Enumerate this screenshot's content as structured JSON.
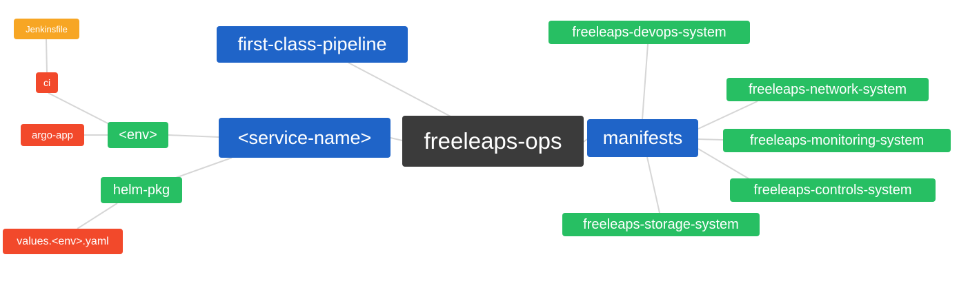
{
  "diagram": {
    "type": "mindmap",
    "root": "freeleaps-ops"
  },
  "colors": {
    "blue": "#1f64c8",
    "green": "#27bf63",
    "red": "#f2492b",
    "orange": "#f7a624",
    "dark": "#3b3b3b",
    "edge": "#d6d6d6",
    "text": "#ffffff",
    "background": "#ffffff"
  },
  "nodes": {
    "jenkinsfile": {
      "label": "Jenkinsfile",
      "color": "orange"
    },
    "ci": {
      "label": "ci",
      "color": "red"
    },
    "argo_app": {
      "label": "argo-app",
      "color": "red"
    },
    "env": {
      "label": "<env>",
      "color": "green"
    },
    "helm_pkg": {
      "label": "helm-pkg",
      "color": "green"
    },
    "values_env_yaml": {
      "label": "values.<env>.yaml",
      "color": "red"
    },
    "service_name": {
      "label": "<service-name>",
      "color": "blue"
    },
    "first_class_pipeline": {
      "label": "first-class-pipeline",
      "color": "blue"
    },
    "freeleaps_ops": {
      "label": "freeleaps-ops",
      "color": "dark"
    },
    "manifests": {
      "label": "manifests",
      "color": "blue"
    },
    "freeleaps_devops_system": {
      "label": "freeleaps-devops-system",
      "color": "green"
    },
    "freeleaps_network_system": {
      "label": "freeleaps-network-system",
      "color": "green"
    },
    "freeleaps_monitoring_system": {
      "label": "freeleaps-monitoring-system",
      "color": "green"
    },
    "freeleaps_controls_system": {
      "label": "freeleaps-controls-system",
      "color": "green"
    },
    "freeleaps_storage_system": {
      "label": "freeleaps-storage-system",
      "color": "green"
    }
  },
  "edges": [
    {
      "from": "jenkinsfile",
      "to": "ci"
    },
    {
      "from": "ci",
      "to": "env"
    },
    {
      "from": "argo_app",
      "to": "env"
    },
    {
      "from": "env",
      "to": "service_name"
    },
    {
      "from": "values_env_yaml",
      "to": "helm_pkg"
    },
    {
      "from": "helm_pkg",
      "to": "service_name"
    },
    {
      "from": "service_name",
      "to": "freeleaps_ops"
    },
    {
      "from": "first_class_pipeline",
      "to": "freeleaps_ops"
    },
    {
      "from": "freeleaps_ops",
      "to": "manifests"
    },
    {
      "from": "manifests",
      "to": "freeleaps_devops_system"
    },
    {
      "from": "manifests",
      "to": "freeleaps_network_system"
    },
    {
      "from": "manifests",
      "to": "freeleaps_monitoring_system"
    },
    {
      "from": "manifests",
      "to": "freeleaps_controls_system"
    },
    {
      "from": "manifests",
      "to": "freeleaps_storage_system"
    }
  ]
}
